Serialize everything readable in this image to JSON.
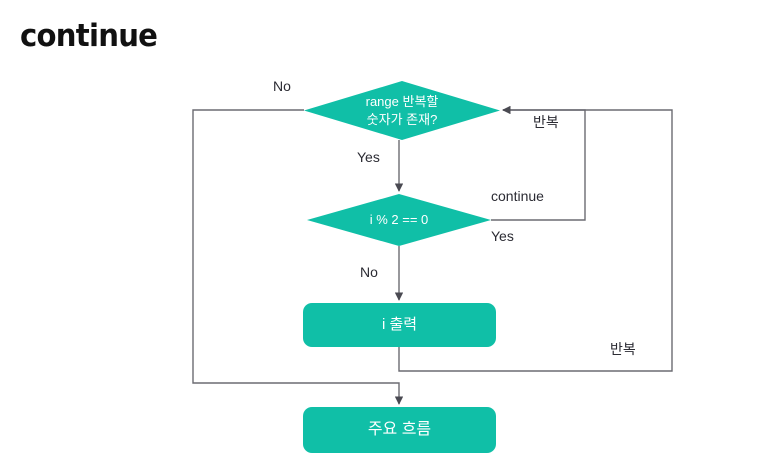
{
  "page": {
    "title": "continue",
    "background_color": "#ffffff",
    "accent_color": "#10bfa7",
    "line_color": "#6b6b72",
    "text_color": "#2b2b33",
    "node_text_color": "#ffffff"
  },
  "diagram": {
    "type": "flowchart",
    "nodes": [
      {
        "id": "cond1",
        "shape": "diamond",
        "label": "range 반복할\n숫자가 존재?",
        "name": "decision-range-has-numbers"
      },
      {
        "id": "cond2",
        "shape": "diamond",
        "label": "i % 2 == 0",
        "name": "decision-i-mod-2"
      },
      {
        "id": "print",
        "shape": "rounded-rect",
        "label": "i 출력",
        "name": "process-print-i"
      },
      {
        "id": "main",
        "shape": "rounded-rect",
        "label": "주요 흐름",
        "name": "process-main-flow"
      }
    ],
    "edge_labels": {
      "no_top": "No",
      "yes_mid": "Yes",
      "no_mid": "No",
      "repeat_top": "반복",
      "continue": "continue",
      "yes_right": "Yes",
      "repeat_bottom": "반복"
    },
    "edges": [
      {
        "from": "cond1",
        "to": "main",
        "label": "No",
        "name": "edge-cond1-no-to-main"
      },
      {
        "from": "cond1",
        "to": "cond2",
        "label": "Yes",
        "name": "edge-cond1-yes-to-cond2"
      },
      {
        "from": "cond2",
        "to": "print",
        "label": "No",
        "name": "edge-cond2-no-to-print"
      },
      {
        "from": "cond2",
        "to": "cond1",
        "label": "continue / Yes",
        "name": "edge-cond2-yes-continue-to-cond1"
      },
      {
        "from": "print",
        "to": "cond1",
        "label": "반복",
        "name": "edge-print-repeat-to-cond1"
      }
    ]
  }
}
